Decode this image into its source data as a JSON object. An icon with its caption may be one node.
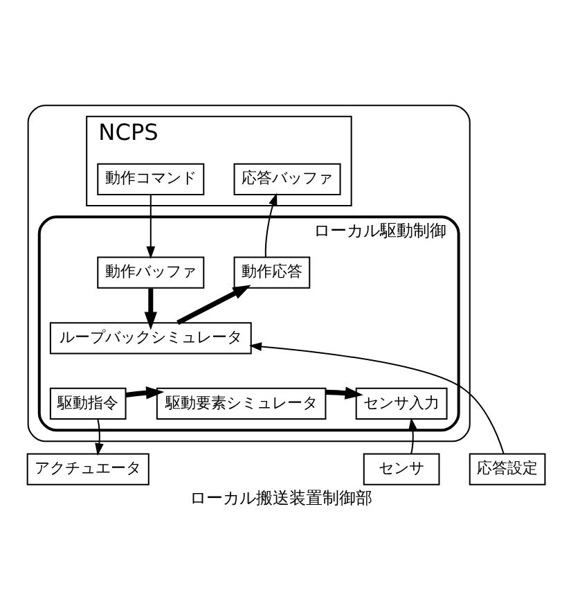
{
  "diagram": {
    "caption": "ローカル搬送装置制御部",
    "nodes": [
      {
        "text": [],
        "shape": "box"
      },
      {
        "text": [
          "NCPS"
        ],
        "in": 0
      },
      {
        "text": [
          "動作コマンド"
        ],
        "in": 1
      },
      {
        "text": [
          "応答バッファ"
        ],
        "in": 1
      },
      {
        "text": [
          "ローカル駆動制御"
        ],
        "in": 0
      },
      {
        "text": [
          "動作バッファ"
        ],
        "in": 4
      },
      {
        "text": [
          "動作応答"
        ],
        "in": 4
      },
      {
        "text": [
          "ループバックシミュレータ"
        ],
        "in": 4
      },
      {
        "text": [
          "駆動指令"
        ],
        "in": 4
      },
      {
        "text": [
          "駆動要素シミュレータ"
        ],
        "in": 4
      },
      {
        "text": [
          "センサ入力"
        ],
        "in": 4
      },
      {
        "text": [
          "アクチュエータ"
        ]
      },
      {
        "text": [
          "センサ"
        ]
      },
      {
        "text": [
          "応答設定"
        ]
      }
    ],
    "edges": [
      {
        "from": 2,
        "to": 5,
        "arrow": "to"
      },
      {
        "from": 6,
        "to": 3,
        "arrow": "to"
      },
      {
        "from": 5,
        "to": 7,
        "arrow": "to",
        "style": "thick"
      },
      {
        "from": 7,
        "to": 6,
        "arrow": "to",
        "style": "thick"
      },
      {
        "from": 8,
        "to": 9,
        "arrow": "to",
        "style": "thick"
      },
      {
        "from": 9,
        "to": 10,
        "arrow": "to",
        "style": "thick"
      },
      {
        "from": 8,
        "to": 11,
        "arrow": "to"
      },
      {
        "from": 12,
        "to": 10,
        "arrow": "to"
      },
      {
        "from": 13,
        "to": 7,
        "arrow": "to"
      }
    ]
  }
}
